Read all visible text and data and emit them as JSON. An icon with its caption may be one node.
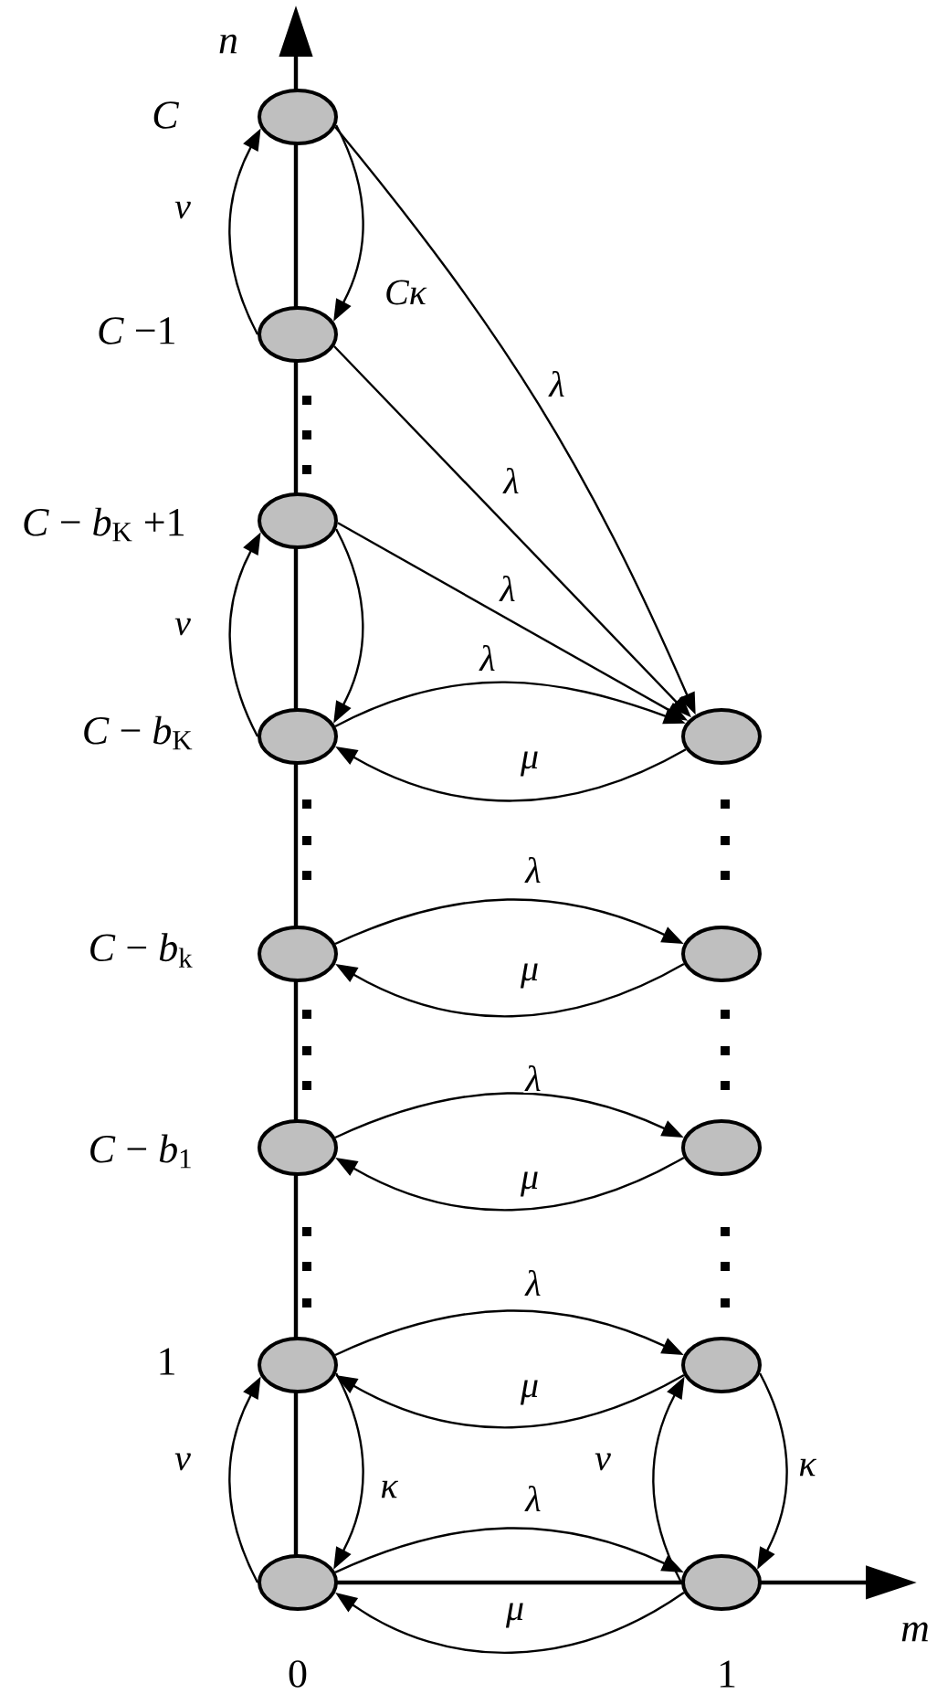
{
  "diagram": {
    "nodes": [
      {
        "text": [],
        "shape": "ellipse",
        "beside": [
          "C"
        ]
      },
      {
        "text": [],
        "shape": "ellipse",
        "beside": [
          "*C* −1"
        ]
      },
      {
        "text": [],
        "shape": "ellipse",
        "beside": [
          "*C* − *b*$_{K}$ +1"
        ]
      },
      {
        "text": [],
        "shape": "ellipse",
        "beside": [
          "*C* − *b*$_{K}$"
        ]
      },
      {
        "text": [],
        "shape": "ellipse"
      },
      {
        "text": [],
        "shape": "ellipse",
        "beside": [
          "*C* − *b*$_{k}$"
        ]
      },
      {
        "text": [],
        "shape": "ellipse"
      },
      {
        "text": [],
        "shape": "ellipse",
        "beside": [
          "*C* − *b*$_{1}$"
        ]
      },
      {
        "text": [],
        "shape": "ellipse"
      },
      {
        "text": [],
        "shape": "ellipse",
        "beside": [
          "1"
        ]
      },
      {
        "text": [],
        "shape": "ellipse"
      },
      {
        "text": [],
        "shape": "ellipse",
        "beside": [
          "0"
        ]
      },
      {
        "text": [],
        "shape": "ellipse",
        "beside": [
          "1"
        ]
      }
    ],
    "edges": [
      {
        "from": 1,
        "to": 0,
        "arrow": "to",
        "label": "ν"
      },
      {
        "from": 0,
        "to": 1,
        "arrow": "to",
        "label": "Cκ"
      },
      {
        "from": 0,
        "to": 4,
        "arrow": "to",
        "label": "λ"
      },
      {
        "from": 1,
        "to": 4,
        "arrow": "to",
        "label": "λ"
      },
      {
        "from": 2,
        "to": 4,
        "arrow": "to",
        "label": "λ"
      },
      {
        "from": 3,
        "to": 2,
        "arrow": "to",
        "label": "ν"
      },
      {
        "from": 2,
        "to": 3,
        "arrow": "to"
      },
      {
        "from": 3,
        "to": 4,
        "arrow": "to",
        "label": "λ"
      },
      {
        "from": 4,
        "to": 3,
        "arrow": "to",
        "label": "μ"
      },
      {
        "from": 5,
        "to": 6,
        "arrow": "to",
        "label": "λ"
      },
      {
        "from": 6,
        "to": 5,
        "arrow": "to",
        "label": "μ"
      },
      {
        "from": 7,
        "to": 8,
        "arrow": "to",
        "label": "λ"
      },
      {
        "from": 8,
        "to": 7,
        "arrow": "to",
        "label": "μ"
      },
      {
        "from": 9,
        "to": 10,
        "arrow": "to",
        "label": "λ"
      },
      {
        "from": 10,
        "to": 9,
        "arrow": "to",
        "label": "μ"
      },
      {
        "from": 11,
        "to": 9,
        "arrow": "to",
        "label": "ν"
      },
      {
        "from": 9,
        "to": 11,
        "arrow": "to",
        "label": "κ"
      },
      {
        "from": 12,
        "to": 10,
        "arrow": "to",
        "label": "ν"
      },
      {
        "from": 10,
        "to": 12,
        "arrow": "to",
        "label": "κ"
      },
      {
        "from": 11,
        "to": 12,
        "arrow": "to",
        "label": "λ"
      },
      {
        "from": 12,
        "to": 11,
        "arrow": "to",
        "label": "μ"
      }
    ],
    "labels": [
      "n",
      "m"
    ]
  }
}
